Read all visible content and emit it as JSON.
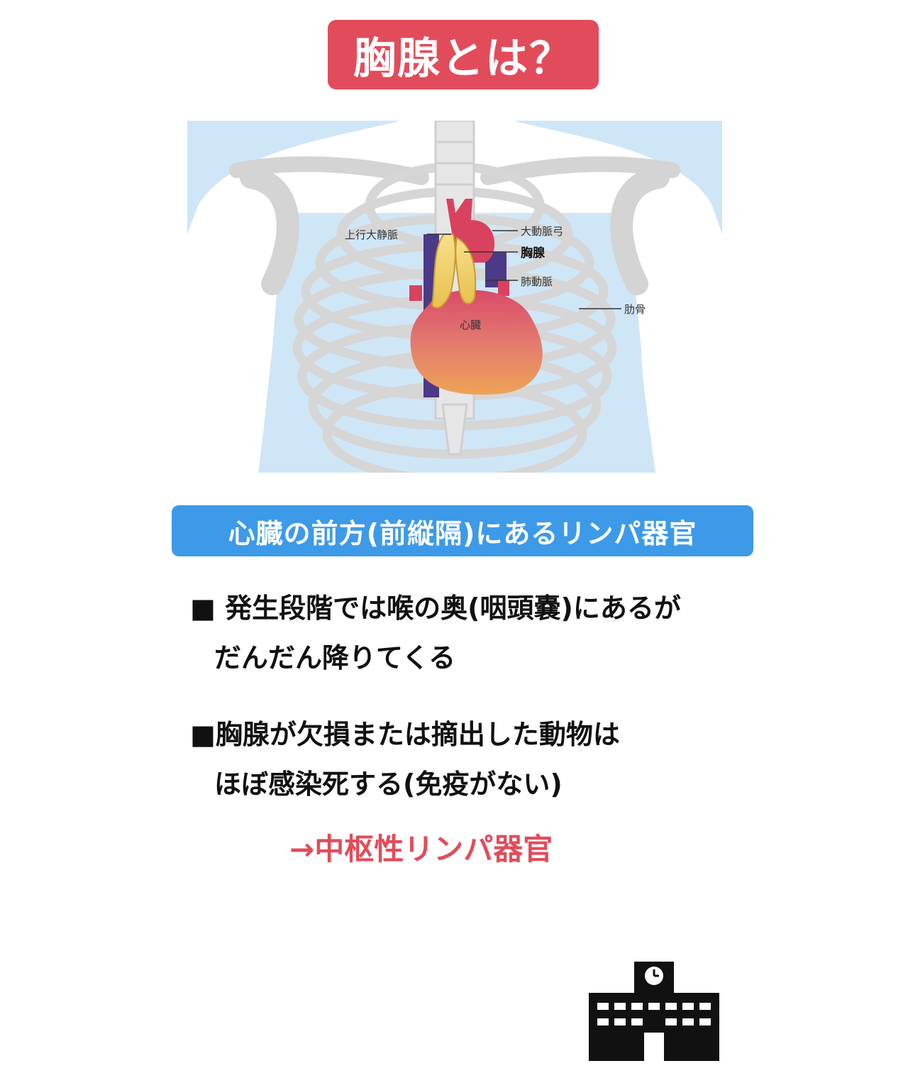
{
  "title": "胸腺とは？",
  "figure": {
    "labels": {
      "svc": "上行大静脈",
      "aortic_arch": "大動脈弓",
      "thymus": "胸腺",
      "pulmonary_artery": "肺動脈",
      "ribs": "肋骨",
      "heart": "心臓"
    }
  },
  "subtitle": "心臓の前方(前縦隔)にあるリンパ器官",
  "bullets": [
    {
      "line1": "■ 発生段階では喉の奥(咽頭嚢)にあるが",
      "line2": "だんだん降りてくる"
    },
    {
      "line1": "■胸腺が欠損または摘出した動物は",
      "line2": "ほぼ感染死する(免疫がない)"
    }
  ],
  "conclusion": "→中枢性リンパ器官",
  "colors": {
    "title_bg": "#e24c5a",
    "subtitle_bg": "#3d9ae8",
    "accent_red": "#e24c5a"
  },
  "icons": {
    "bottom_right": "school-building-icon"
  }
}
